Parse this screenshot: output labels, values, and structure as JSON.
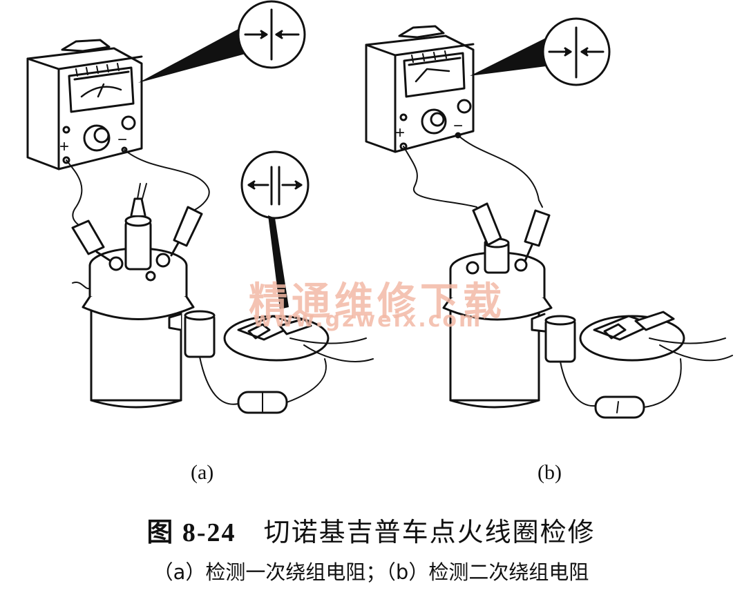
{
  "figure": {
    "panel_a_label": "(a)",
    "panel_b_label": "(b)",
    "caption_number": "图 8-24",
    "caption_title": "切诺基吉普车点火线圈检修",
    "subcaption": "（a）检测一次绕组电阻；（b）检测二次绕组电阻"
  },
  "meter_markings": {
    "plus": "+",
    "minus": "−"
  },
  "watermark": {
    "text": "精通维修下载",
    "url": "www.gzweix.com"
  }
}
